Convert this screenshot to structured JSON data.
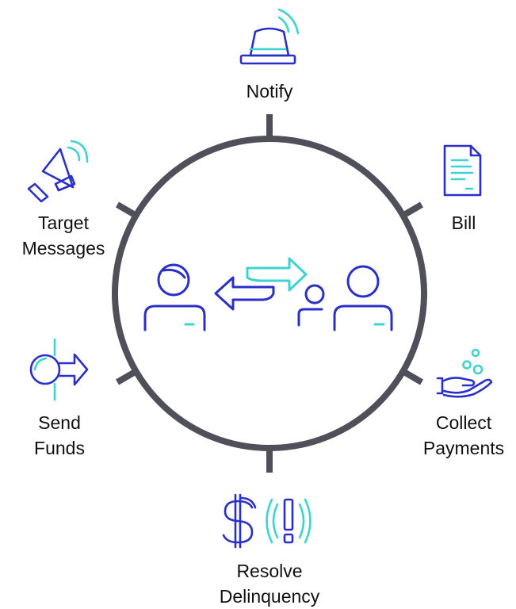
{
  "colors": {
    "ring": "#4f5059",
    "primary": "#2b2fc9",
    "accent": "#3ed3d0",
    "text": "#111111"
  },
  "nodes": {
    "notify": {
      "lines": [
        "Notify"
      ],
      "icon": "siren-icon"
    },
    "bill": {
      "lines": [
        "Bill"
      ],
      "icon": "document-icon"
    },
    "collect_payments": {
      "lines": [
        "Collect",
        "Payments"
      ],
      "icon": "hand-coins-icon"
    },
    "resolve_delinquency": {
      "lines": [
        "Resolve",
        "Delinquency"
      ],
      "icon": "dollar-alert-icon"
    },
    "send_funds": {
      "lines": [
        "Send",
        "Funds"
      ],
      "icon": "send-funds-icon"
    },
    "target_messages": {
      "lines": [
        "Target",
        "Messages"
      ],
      "icon": "megaphone-icon"
    }
  },
  "center": {
    "icon": "people-exchange-icon"
  }
}
